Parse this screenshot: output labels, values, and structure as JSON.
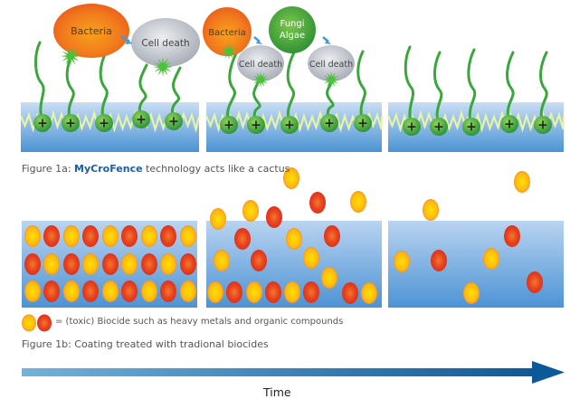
{
  "figure_1a": {
    "caption_prefix": "Figure 1a: ",
    "caption_brand": "MyCroFence",
    "caption_suffix": " technology acts like a cactus",
    "panels": [
      {
        "label": "stage-1",
        "organisms": [
          {
            "type": "bacteria",
            "label": "Bacteria",
            "color": "#f07a1c"
          },
          {
            "type": "cell-death",
            "label": "Cell death",
            "color": "#b8bcc4"
          }
        ]
      },
      {
        "label": "stage-2",
        "organisms": [
          {
            "type": "bacteria",
            "label": "Bacteria",
            "color": "#f07a1c"
          },
          {
            "type": "cell-death",
            "label": "Cell death",
            "color": "#b8bcc4"
          },
          {
            "type": "fungi-algae",
            "label_line1": "Fungi",
            "label_line2": "Algae",
            "color": "#3aa040"
          },
          {
            "type": "cell-death",
            "label": "Cell death",
            "color": "#b8bcc4"
          }
        ]
      },
      {
        "label": "stage-3",
        "organisms": []
      }
    ],
    "charge_symbol": "+"
  },
  "figure_1b": {
    "legend_text": "= (toxic) Biocide such as heavy metals and organic compounds",
    "caption": "Figure 1b: Coating treated with tradional biocides",
    "biocide_colors": {
      "yellow": "#ffc20e",
      "red": "#e8321c"
    }
  },
  "timeline": {
    "label": "Time",
    "color_start": "#6fb0dc",
    "color_end": "#0e5a9c"
  },
  "labels": {
    "bacteria": "Bacteria",
    "cell_death": "Cell death",
    "fungi": "Fungi",
    "algae": "Algae"
  }
}
